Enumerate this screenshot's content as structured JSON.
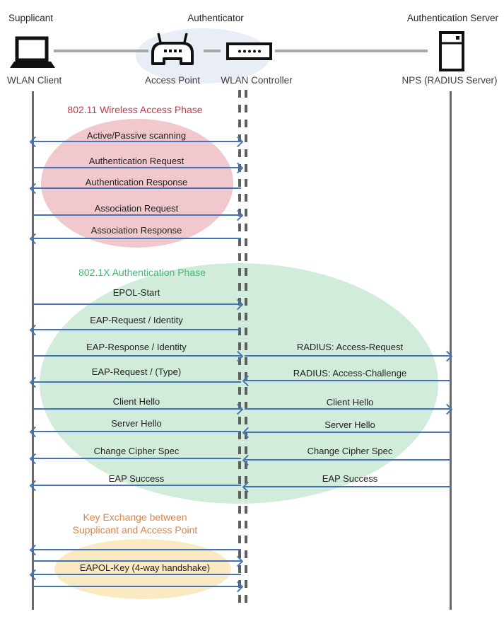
{
  "roles": {
    "supplicant": "Supplicant",
    "authenticator": "Authenticator",
    "auth_server": "Authentication Server"
  },
  "devices": {
    "wlan_client": "WLAN Client",
    "access_point": "Access Point",
    "wlan_controller": "WLAN Controller",
    "nps": "NPS (RADIUS Server)"
  },
  "phases": {
    "phase1": {
      "title": "802.11 Wireless Access Phase",
      "color": "#c0394d",
      "fill": "#f1c8cd"
    },
    "phase2": {
      "title": "802.1X Authentication Phase",
      "color": "#3fbb74",
      "fill": "#d2ecdc"
    },
    "phase3": {
      "title_line1": "Key Exchange between",
      "title_line2": "Supplicant and Access Point",
      "color": "#e08244",
      "fill": "#faeac1"
    }
  },
  "messages": {
    "left": [
      "Active/Passive scanning",
      "Authentication Request",
      "Authentication Response",
      "Association Request",
      "Association Response",
      "EPOL-Start",
      "EAP-Request / Identity",
      "EAP-Response / Identity",
      "EAP-Request / (Type)",
      "Client Hello",
      "Server Hello",
      "Change Cipher Spec",
      "EAP Success"
    ],
    "right": [
      "RADIUS: Access-Request",
      "RADIUS: Access-Challenge",
      "Client Hello",
      "Server Hello",
      "Change Cipher Spec",
      "EAP Success"
    ],
    "key_exchange": "EAPOL-Key (4-way handshake)"
  },
  "colors": {
    "arrow": "#4472b4",
    "lifeline": "#6a6a6a",
    "connector": "#a8a8a8",
    "authenticator_highlight": "#e9edf6"
  }
}
